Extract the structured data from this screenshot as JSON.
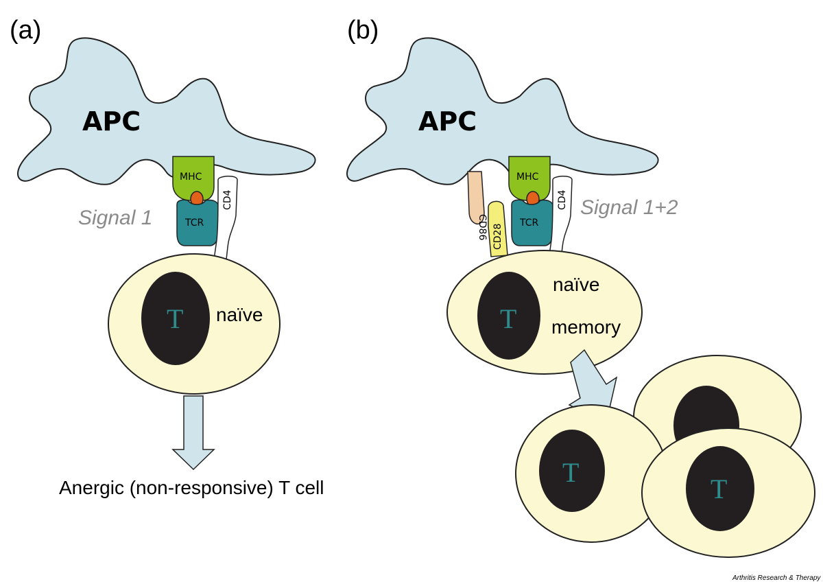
{
  "panel_a": {
    "label": "(a)",
    "apc": "APC",
    "mhc": "MHC",
    "tcr": "TCR",
    "cd4": "CD4",
    "signal": "Signal 1",
    "cell_letter": "T",
    "cell_state": "naïve",
    "outcome": "Anergic (non-responsive) T cell"
  },
  "panel_b": {
    "label": "(b)",
    "apc": "APC",
    "cd86": "CD86",
    "cd28": "CD28",
    "mhc": "MHC",
    "tcr": "TCR",
    "cd4": "CD4",
    "signal": "Signal 1+2",
    "cell_letter": "T",
    "cell_state_1": "naïve",
    "cell_state_2": "memory",
    "daughter_letter_1": "T",
    "daughter_letter_2": "T"
  },
  "credit": "Arthritis Research & Therapy",
  "colors": {
    "apc": "#cfe4eb",
    "mhc": "#8dc21f",
    "tcr": "#2a8b92",
    "peptide": "#e2621c",
    "cd86": "#f2cfa9",
    "cd28": "#f4ee7a",
    "cell": "#fbf8d2",
    "nucleus": "#231f20",
    "arrow": "#cfe4eb"
  }
}
